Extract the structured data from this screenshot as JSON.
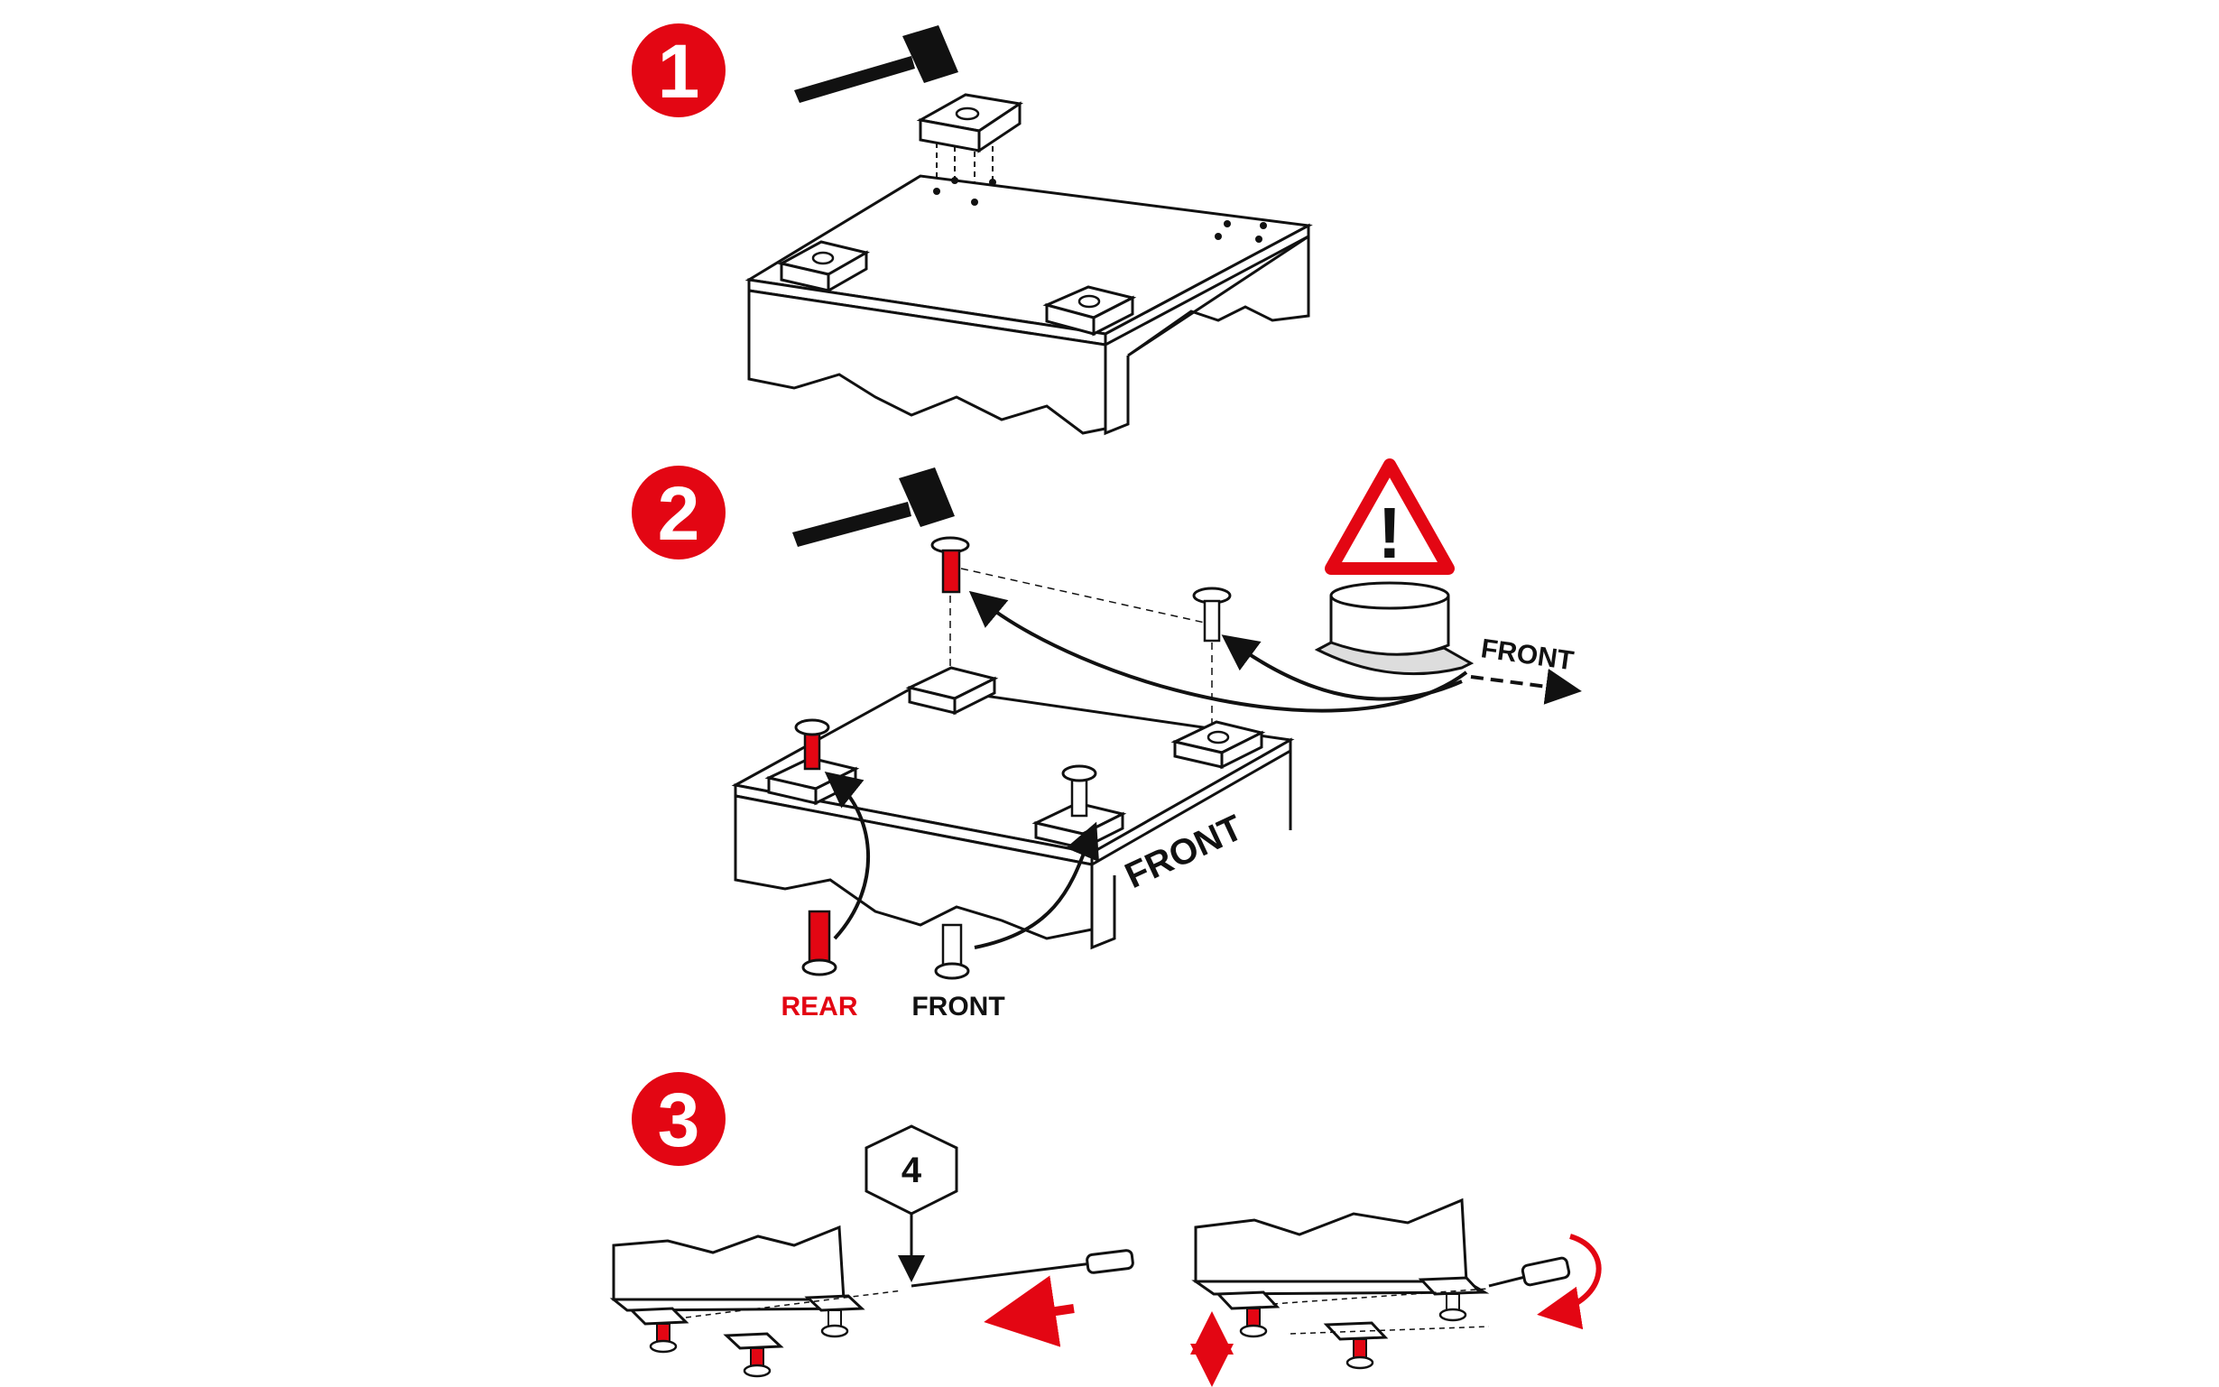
{
  "steps": [
    {
      "number": "1"
    },
    {
      "number": "2"
    },
    {
      "number": "3"
    }
  ],
  "labels": {
    "front_arrow": "FRONT",
    "front_panel": "FRONT",
    "rear_pin": "REAR",
    "front_pin": "FRONT",
    "hex_key_size": "4",
    "warning_symbol": "!"
  },
  "colors": {
    "accent_red": "#e30613",
    "ink": "#111111",
    "panel_fill": "#ffffff"
  },
  "icons": [
    "mallet-icon",
    "warning-triangle-icon",
    "hex-key-icon",
    "screwdriver-icon",
    "arrow-icon",
    "rotate-arrow-icon",
    "double-arrow-icon"
  ]
}
